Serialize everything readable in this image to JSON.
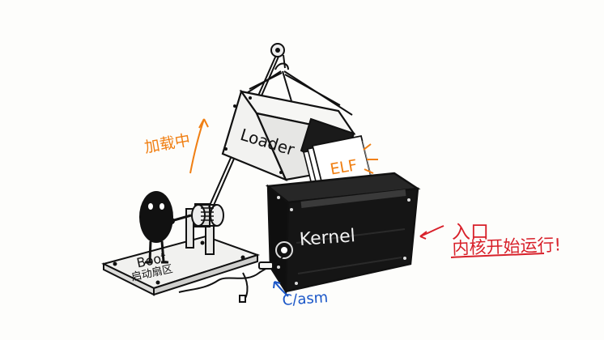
{
  "illustration": {
    "loader_box_label": "Loader",
    "elf_label": "ELF",
    "kernel_box_label": "Kernel",
    "boot_platform_label": "Boot",
    "boot_platform_sublabel": "启动扇区",
    "loading_annotation": "加载中",
    "lang_annotation": "C/asm",
    "entry_annotation": "入口",
    "kernel_run_annotation": "内核开始运行!"
  },
  "colors": {
    "orange": "#f07f13",
    "red": "#d8202a",
    "blue": "#1b57c8",
    "ink": "#111111",
    "box_fill": "#eeeeee"
  }
}
